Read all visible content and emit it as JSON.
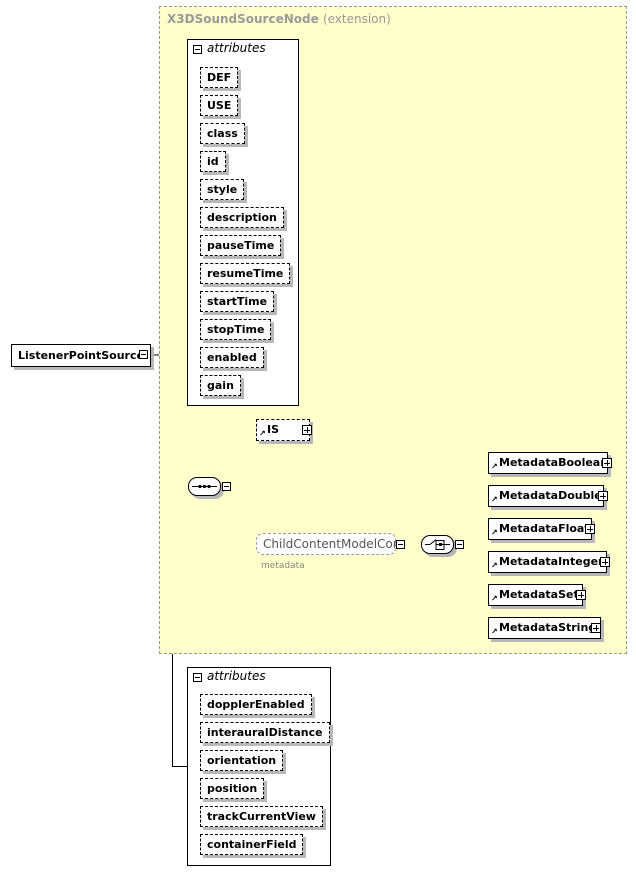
{
  "extension": {
    "title": "X3DSoundSourceNode",
    "suffix": "(extension)"
  },
  "root": {
    "label": "ListenerPointSource"
  },
  "attributes_top": {
    "header": "attributes",
    "items": [
      "DEF",
      "USE",
      "class",
      "id",
      "style",
      "description",
      "pauseTime",
      "resumeTime",
      "startTime",
      "stopTime",
      "enabled",
      "gain"
    ]
  },
  "is_element": {
    "label": "IS"
  },
  "group": {
    "label": "ChildContentModelCore",
    "note": "metadata"
  },
  "metadata_elements": [
    "MetadataBoolean",
    "MetadataDouble",
    "MetadataFloat",
    "MetadataInteger",
    "MetadataSet",
    "MetadataString"
  ],
  "attributes_bottom": {
    "header": "attributes",
    "items": [
      "dopplerEnabled",
      "interauralDistance",
      "orientation",
      "position",
      "trackCurrentView",
      "containerField"
    ]
  }
}
